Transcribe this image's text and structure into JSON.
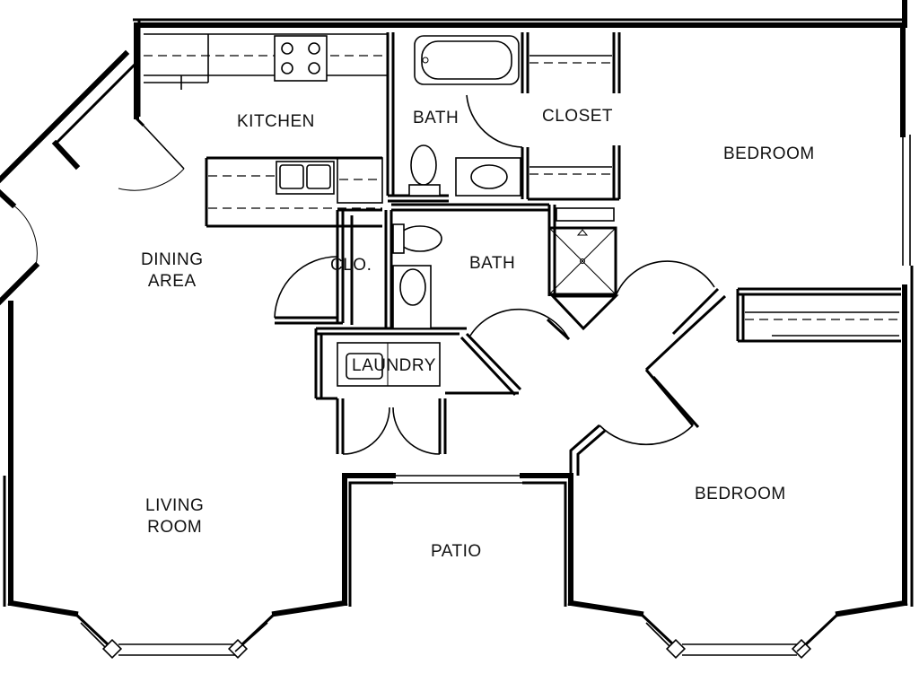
{
  "rooms": {
    "kitchen": "KITCHEN",
    "bath_upper": "BATH",
    "closet": "CLOSET",
    "bedroom_1": "BEDROOM",
    "dining": [
      "DINING",
      "AREA"
    ],
    "closet_small": "CLO.",
    "bath_lower": "BATH",
    "laundry": "LAUNDRY",
    "living": [
      "LIVING",
      "ROOM"
    ],
    "patio": "PATIO",
    "bedroom_2": "BEDROOM"
  }
}
